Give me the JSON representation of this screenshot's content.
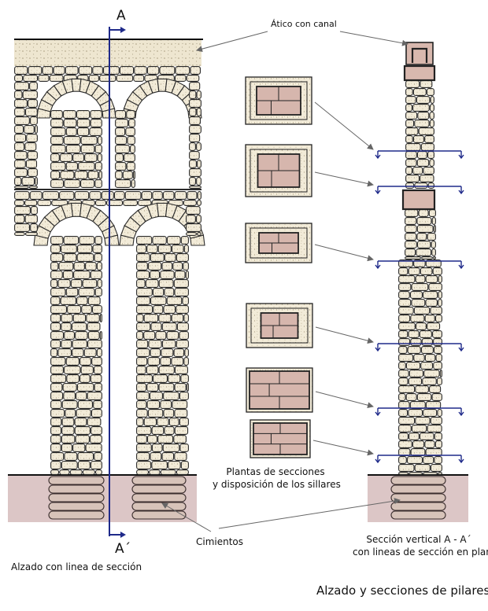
{
  "labels": {
    "section_a": "A",
    "section_a_prime": "A´",
    "attic": "Ático con canal",
    "plans_line1": "Plantas de secciones",
    "plans_line2": "y disposición de los sillares",
    "foundations": "Cimientos",
    "elevation": "Alzado con linea de sección",
    "vertical_line1": "Sección vertical A - A´",
    "vertical_line2": "con lineas de sección en planta",
    "title": "Alzado y secciones de pilares"
  },
  "colors": {
    "stone": "#f1ead7",
    "stone_dot": "#b9ae92",
    "mortar": "#2b2b2b",
    "attic_fill": "#ede5cf",
    "ground": "#d9c3c3",
    "section_fill": "#d6b6ad",
    "section_line": "#1f2a8a",
    "leader": "#666666"
  }
}
